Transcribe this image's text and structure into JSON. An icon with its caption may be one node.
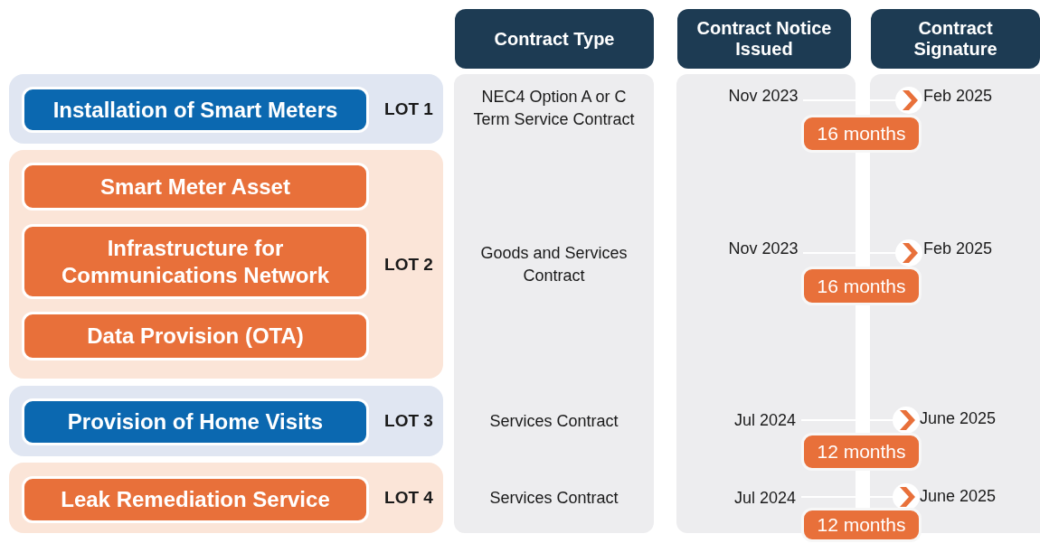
{
  "diagram": {
    "nodes": [
      {
        "text": [
          "Contract Type"
        ]
      },
      {
        "text": [
          "Contract Notice Issued"
        ]
      },
      {
        "text": [
          "Contract Signature"
        ]
      },
      {
        "text": [
          "LOT 1"
        ]
      },
      {
        "text": [
          "Installation of Smart Meters"
        ],
        "in": 3
      },
      {
        "text": [
          "LOT 2"
        ]
      },
      {
        "text": [
          "Smart Meter Asset"
        ],
        "in": 5
      },
      {
        "text": [
          "Infrastructure for Communications Network"
        ],
        "in": 5
      },
      {
        "text": [
          "Data Provision (OTA)"
        ],
        "in": 5
      },
      {
        "text": [
          "LOT 3"
        ]
      },
      {
        "text": [
          "Provision of Home Visits"
        ],
        "in": 9
      },
      {
        "text": [
          "LOT 4"
        ]
      },
      {
        "text": [
          "Leak Remediation Service"
        ],
        "in": 11
      },
      {
        "text": [
          "Nov 2023"
        ]
      },
      {
        "text": [
          "Feb 2025"
        ]
      },
      {
        "text": [
          "16 months"
        ]
      },
      {
        "text": [
          "Nov 2023"
        ]
      },
      {
        "text": [
          "Feb 2025"
        ]
      },
      {
        "text": [
          "16 months"
        ]
      },
      {
        "text": [
          "Jul 2024"
        ]
      },
      {
        "text": [
          "June 2025"
        ]
      },
      {
        "text": [
          "12 months"
        ]
      },
      {
        "text": [
          "Jul 2024"
        ]
      },
      {
        "text": [
          "June 2025"
        ]
      },
      {
        "text": [
          "12 months"
        ]
      }
    ],
    "edges": [
      {
        "from": 13,
        "to": 14,
        "arrow": "to"
      },
      {
        "from": 16,
        "to": 17,
        "arrow": "to"
      },
      {
        "from": 19,
        "to": 20,
        "arrow": "to"
      },
      {
        "from": 22,
        "to": 23,
        "arrow": "to"
      }
    ],
    "labels": [
      "NEC4 Option A or C Term Service Contract",
      "Goods and Services Contract",
      "Services Contract",
      "Services Contract"
    ]
  }
}
